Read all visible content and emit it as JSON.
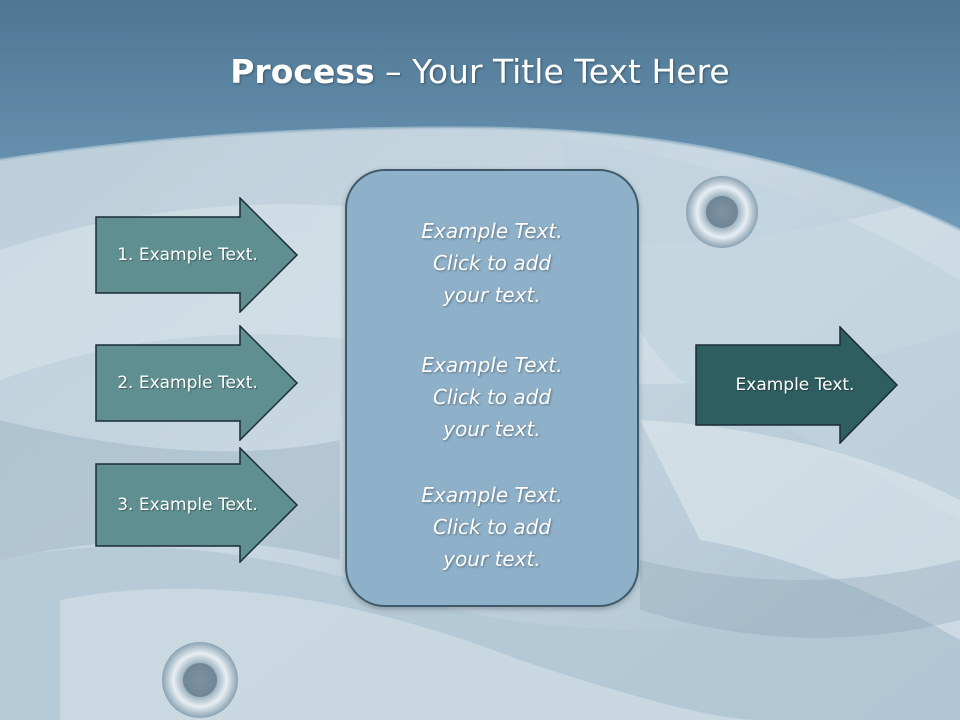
{
  "slide": {
    "title_bold": "Process",
    "title_rest": " – Your Title Text Here",
    "left_arrows": [
      {
        "label": "1. Example Text."
      },
      {
        "label": "2. Example Text."
      },
      {
        "label": "3. Example Text."
      }
    ],
    "center_paragraphs": [
      {
        "line1": "Example Text.",
        "line2": "Click  to add",
        "line3": "your text."
      },
      {
        "line1": "Example Text.",
        "line2": "Click  to add",
        "line3": "your text."
      },
      {
        "line1": "Example Text.",
        "line2": "Click  to add",
        "line3": "your text."
      }
    ],
    "right_arrow": {
      "label": "Example Text."
    }
  },
  "colors": {
    "header_band": "#5e8aa8",
    "left_arrow_fill": "#5f8f90",
    "right_arrow_fill": "#2f5e60",
    "center_box_fill": "#8eb0c8",
    "outline": "#1c2c34"
  }
}
